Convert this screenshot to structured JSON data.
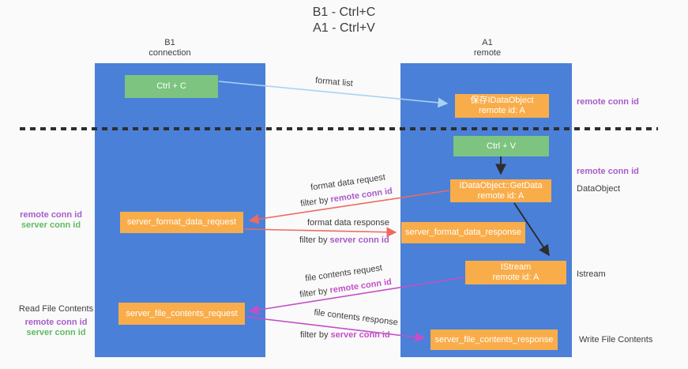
{
  "title": {
    "line1": "B1 - Ctrl+C",
    "line2": "A1 - Ctrl+V"
  },
  "columns": {
    "left": {
      "name": "B1",
      "subtitle": "connection"
    },
    "right": {
      "name": "A1",
      "subtitle": "remote"
    }
  },
  "nodes": {
    "ctrl_c": "Ctrl + C",
    "save_dataobject": {
      "line1": "保存IDataObject",
      "line2": "remote id: A"
    },
    "ctrl_v": "Ctrl + V",
    "getdata": {
      "line1": "IDataObject::GetData",
      "line2": "remote id: A"
    },
    "format_request_box": "server_format_data_request",
    "format_response_box": "server_format_data_response",
    "istream_box": {
      "line1": "IStream",
      "line2": "remote id: A"
    },
    "file_request_box": "server_file_contents_request",
    "file_response_box": "server_file_contents_response"
  },
  "labels": {
    "format_list": "format list",
    "filter_by": "filter by ",
    "remote_conn_id": "remote conn id",
    "server_conn_id": "server conn id",
    "format_data_request": "format data request",
    "format_data_response": "format data response",
    "file_contents_request": "file contents request",
    "file_contents_response": "file contents response",
    "read_file_contents": "Read File Contents",
    "write_file_contents": "Write File Contents",
    "dataobject": "DataObject",
    "istream": "Istream"
  },
  "colors": {
    "column_blue": "#4a80d8",
    "box_green": "#7cc47f",
    "box_orange": "#f9ad4a",
    "arrow_light_blue": "#a9d3f1",
    "arrow_salmon": "#ed6a62",
    "arrow_magenta": "#c44fc8",
    "arrow_black": "#2d2d2d",
    "label_purple": "#a85cc8",
    "label_green": "#5fba63",
    "dashed_divider": "#2e2e2e",
    "background": "#fafafa"
  }
}
